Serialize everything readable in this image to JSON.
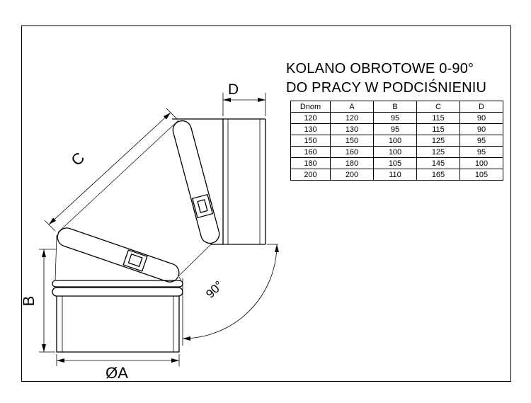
{
  "title": {
    "line1": "KOLANO OBROTOWE 0-90°",
    "line2": "DO PRACY W PODCIŚNIENIU"
  },
  "dimension_table": {
    "headers": [
      "Dnom",
      "A",
      "B",
      "C",
      "D"
    ],
    "rows": [
      [
        "120",
        "120",
        "95",
        "115",
        "90"
      ],
      [
        "130",
        "130",
        "95",
        "115",
        "90"
      ],
      [
        "150",
        "150",
        "100",
        "125",
        "95"
      ],
      [
        "160",
        "160",
        "100",
        "125",
        "95"
      ],
      [
        "180",
        "180",
        "105",
        "145",
        "100"
      ],
      [
        "200",
        "200",
        "110",
        "165",
        "105"
      ]
    ]
  },
  "drawing": {
    "labels": {
      "top_width": "D",
      "segment_length": "C",
      "base_height": "B",
      "diameter": "ØA",
      "angle": "90°"
    }
  },
  "colors": {
    "line": "#000000",
    "background": "#ffffff"
  }
}
